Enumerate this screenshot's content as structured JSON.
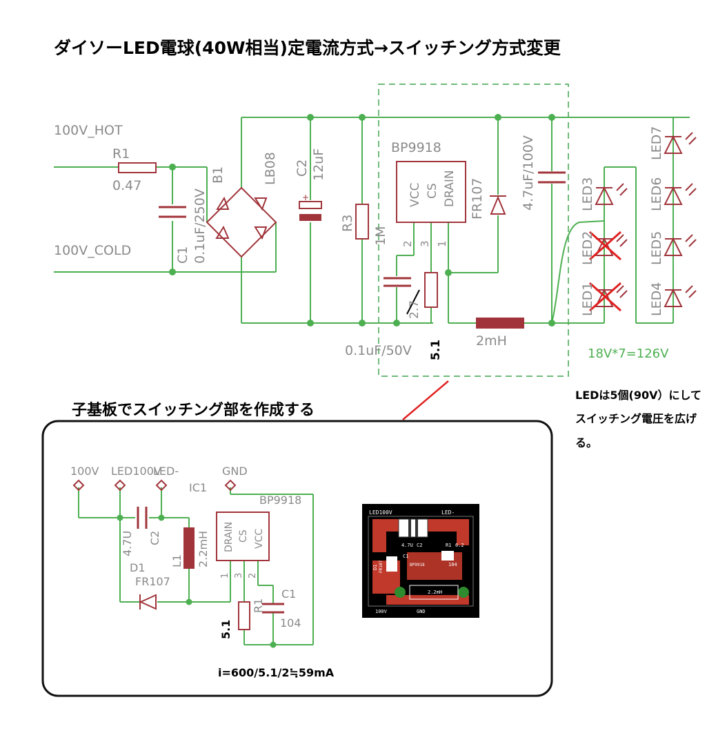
{
  "title": "ダイソーLED電球(40W相当)定電流方式→スイッチング方式変更",
  "subtitle": "子基板でスイッチング部を作成する",
  "main_schematic": {
    "net_hot": "100V_HOT",
    "net_cold": "100V_COLD",
    "r1": {
      "name": "R1",
      "value": "0.47"
    },
    "c1": {
      "name": "C1",
      "value": "0.1uF/250V"
    },
    "b1": {
      "name": "B1",
      "value": "LB08"
    },
    "c2": {
      "name": "C2",
      "value": "12uF"
    },
    "r3": {
      "name": "R3",
      "value": "1M"
    },
    "ic": {
      "name": "BP9918",
      "pins": [
        "VCC",
        "CS",
        "DRAIN"
      ],
      "pin_numbers": [
        "2",
        "3",
        "1"
      ]
    },
    "cap_027": "2.7",
    "cap_01": "0.1uF/50V",
    "r_cs": "5.1",
    "diode": "FR107",
    "cap_47": "4.7uF/100V",
    "inductor": "2mH",
    "leds": [
      "LED1",
      "LED2",
      "LED3",
      "LED4",
      "LED5",
      "LED6",
      "LED7"
    ],
    "voltage_note": "18V*7=126V"
  },
  "side_note": [
    "LEDは5個(90V）にして",
    "スイッチング電圧を広げ",
    "る。"
  ],
  "sub_board": {
    "net_100v": "100V",
    "net_led100v": "LED100V",
    "net_led_minus": "LED-",
    "net_gnd": "GND",
    "ic_name": "IC1",
    "ic_value": "BP9918",
    "ic_pins": [
      "DRAIN",
      "CS",
      "VCC"
    ],
    "ic_pin_numbers": [
      "1",
      "3",
      "2"
    ],
    "c2": {
      "name": "C2",
      "value": "4.7U"
    },
    "l1": {
      "name": "L1",
      "value": "2.2mH"
    },
    "d1": {
      "name": "D1",
      "value": "FR107"
    },
    "r1": {
      "name": "R1",
      "value": "5.1"
    },
    "c1": {
      "name": "C1",
      "value": "104"
    },
    "formula": "i=600/5.1/2≒59mA"
  },
  "pcb": {
    "top_left": "LED100V",
    "top_right": "LED-",
    "labels": [
      "4.7U",
      "C2",
      "R1",
      "6.2",
      "D1",
      "FR107",
      "C1",
      "BP9918",
      "104",
      "2.2mH",
      "100V",
      "GND"
    ]
  },
  "colors": {
    "part": "#a0343a",
    "wire": "#4caf50",
    "cross": "#e02020",
    "pcb_red": "#c0392b",
    "pcb_green": "#2e8b2e"
  }
}
